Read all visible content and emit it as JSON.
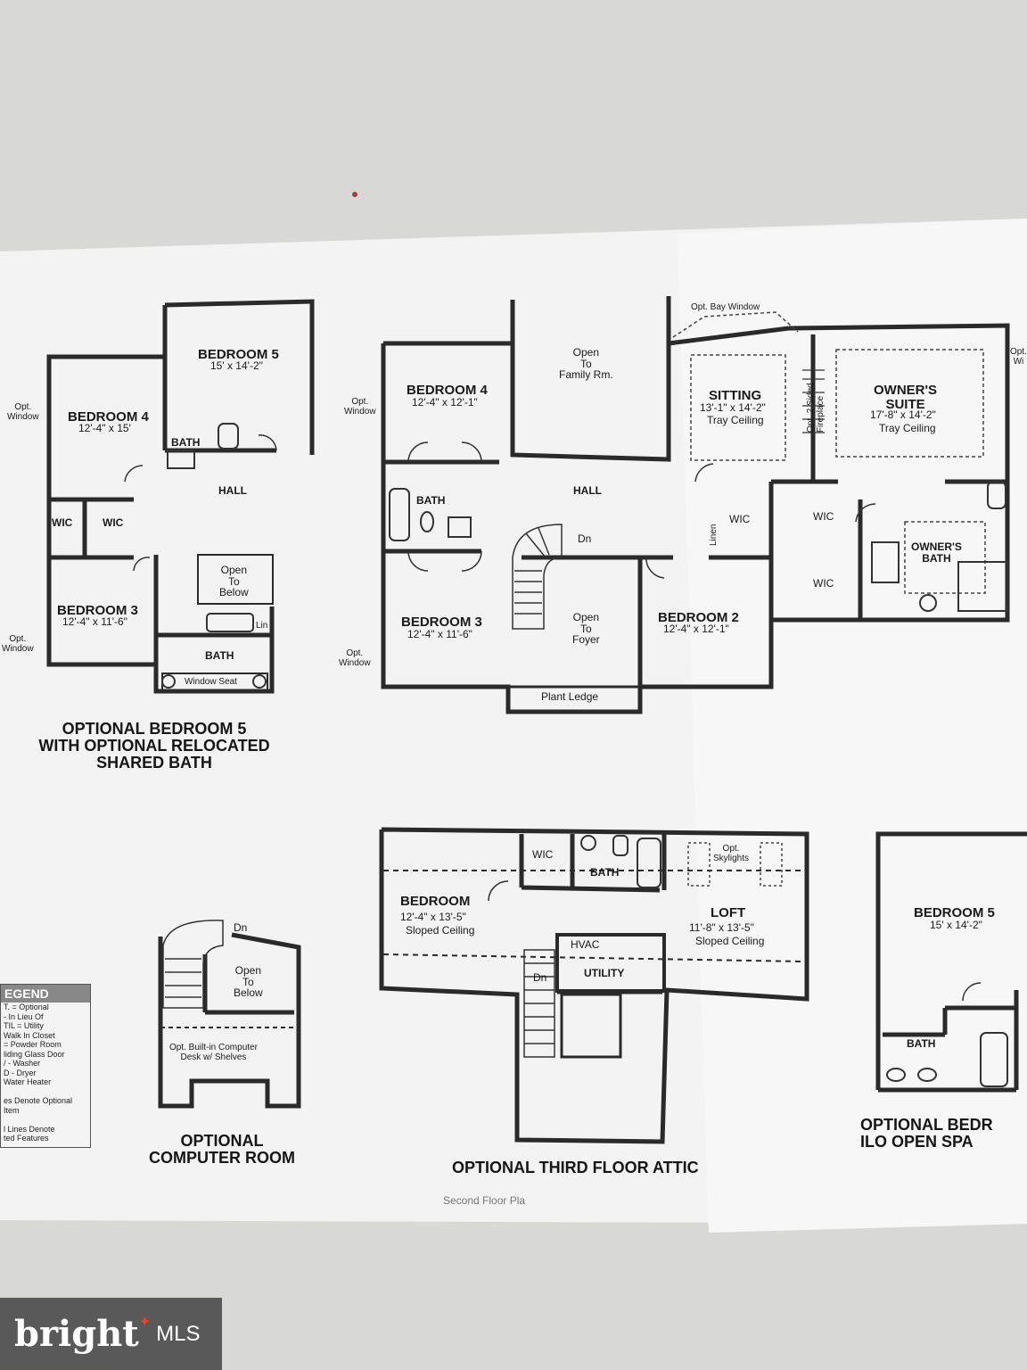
{
  "plan_left": {
    "bedroom5": {
      "name": "BEDROOM 5",
      "dims": "15' x 14'-2\""
    },
    "bedroom4": {
      "name": "BEDROOM 4",
      "dims": "12'-4\" x 15'"
    },
    "bath_top": "BATH",
    "hall": "HALL",
    "wic1": "WIC",
    "wic2": "WIC",
    "bedroom3": {
      "name": "BEDROOM 3",
      "dims": "12'-4\" x 11'-6\""
    },
    "open_below": "Open\nTo\nBelow",
    "bath_bottom": "BATH",
    "lin": "Lin",
    "window_seat": "Window Seat",
    "opt_window1": "Opt.\nWindow",
    "opt_window2": "Opt.\nWindow",
    "caption": "OPTIONAL BEDROOM 5\nWITH OPTIONAL RELOCATED\nSHARED BATH"
  },
  "plan_main": {
    "opt_bay_window": "Opt. Bay Window",
    "open_family": "Open\nTo\nFamily Rm.",
    "bedroom4": {
      "name": "BEDROOM 4",
      "dims": "12'-4\" x 12'-1\""
    },
    "opt_window1": "Opt.\nWindow",
    "sitting": {
      "name": "SITTING",
      "dims": "13'-1\" x 14'-2\"",
      "note": "Tray Ceiling"
    },
    "fireplace": "Opt. 2 Sided\nFireplace",
    "owners_suite": {
      "name": "OWNER'S\nSUITE",
      "dims": "17'-8\" x 14'-2\"",
      "note": "Tray Ceiling"
    },
    "opt_window_right": "Opt.\nWi",
    "hall": "HALL",
    "bath": "BATH",
    "dn": "Dn",
    "linen": "Linen",
    "wic_small": "WIC",
    "wic_a": "WIC",
    "wic_b": "WIC",
    "owners_bath": "OWNER'S\nBATH",
    "bedroom3": {
      "name": "BEDROOM 3",
      "dims": "12'-4\" x 11'-6\""
    },
    "open_foyer": "Open\nTo\nFoyer",
    "bedroom2": {
      "name": "BEDROOM 2",
      "dims": "12'-4\" x 12'-1\""
    },
    "opt_window2": "Opt.\nWindow",
    "plant_ledge": "Plant Ledge"
  },
  "plan_computer": {
    "dn": "Dn",
    "open_below": "Open\nTo\nBelow",
    "desk": "Opt. Built-in Computer\nDesk w/ Shelves",
    "caption": "OPTIONAL\nCOMPUTER ROOM"
  },
  "plan_attic": {
    "wic": "WIC",
    "bath": "BATH",
    "skylights": "Opt.\nSkylights",
    "bedroom": {
      "name": "BEDROOM",
      "dims": "12'-4\" x 13'-5\"",
      "note": "Sloped Ceiling"
    },
    "loft": {
      "name": "LOFT",
      "dims": "11'-8\" x 13'-5\"",
      "note": "Sloped Ceiling"
    },
    "hvac": "HVAC",
    "utility": "UTILITY",
    "dn": "Dn",
    "caption": "OPTIONAL THIRD FLOOR ATTIC",
    "footer": "Second Floor Pla"
  },
  "plan_right": {
    "bedroom5": {
      "name": "BEDROOM 5",
      "dims": "15' x 14'-2\""
    },
    "bath": "BATH",
    "caption": "OPTIONAL BEDR\nILO OPEN SPA"
  },
  "legend": {
    "title": "EGEND",
    "rows": [
      "T. = Optional",
      "- In Lieu Of",
      "TIL = Utility",
      "Walk In Closet",
      "= Powder Room",
      "liding Glass Door",
      "/ - Washer",
      "D - Dryer",
      "Water Heater",
      "",
      "es Denote Optional",
      "Item",
      "",
      "l Lines Denote",
      "ted Features"
    ]
  },
  "watermark": {
    "brand": "bright",
    "suffix": "MLS"
  }
}
